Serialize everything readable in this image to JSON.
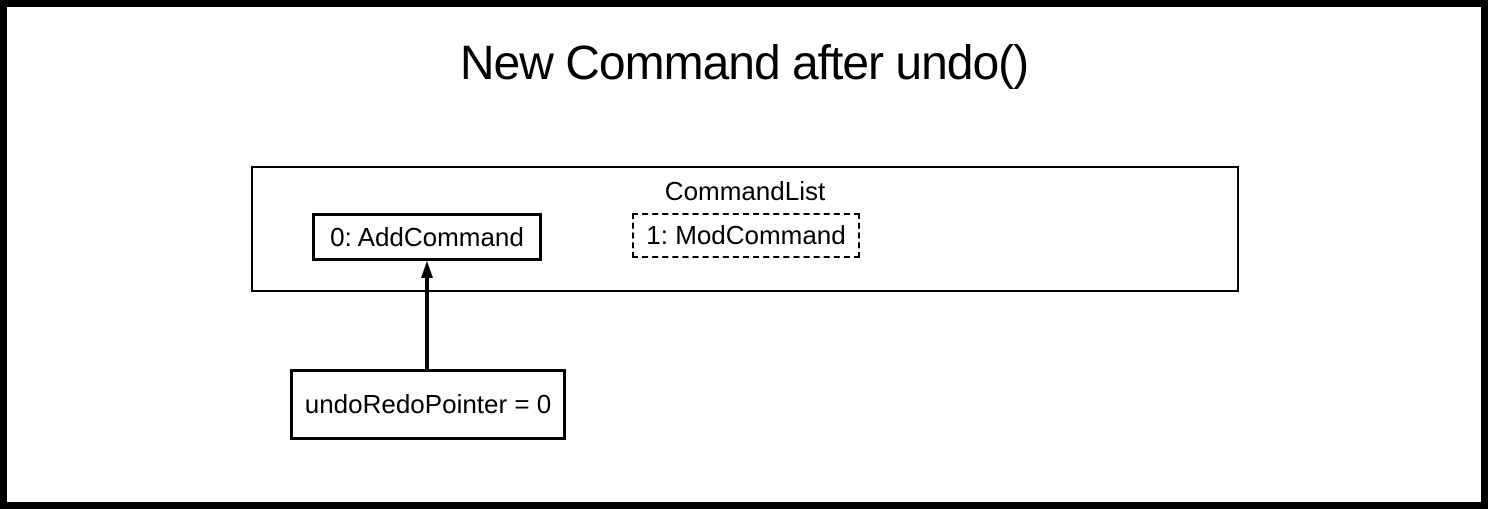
{
  "diagram": {
    "title": "New Command after undo()",
    "container": {
      "label": "CommandList"
    },
    "items": [
      {
        "index": 0,
        "label": "0: AddCommand",
        "border_style": "solid"
      },
      {
        "index": 1,
        "label": "1: ModCommand",
        "border_style": "dashed"
      }
    ],
    "pointer": {
      "label": "undoRedoPointer = 0",
      "arrow_direction": "up",
      "points_to": "0: AddCommand"
    },
    "colors": {
      "foreground": "#000000",
      "background": "#ffffff"
    }
  }
}
